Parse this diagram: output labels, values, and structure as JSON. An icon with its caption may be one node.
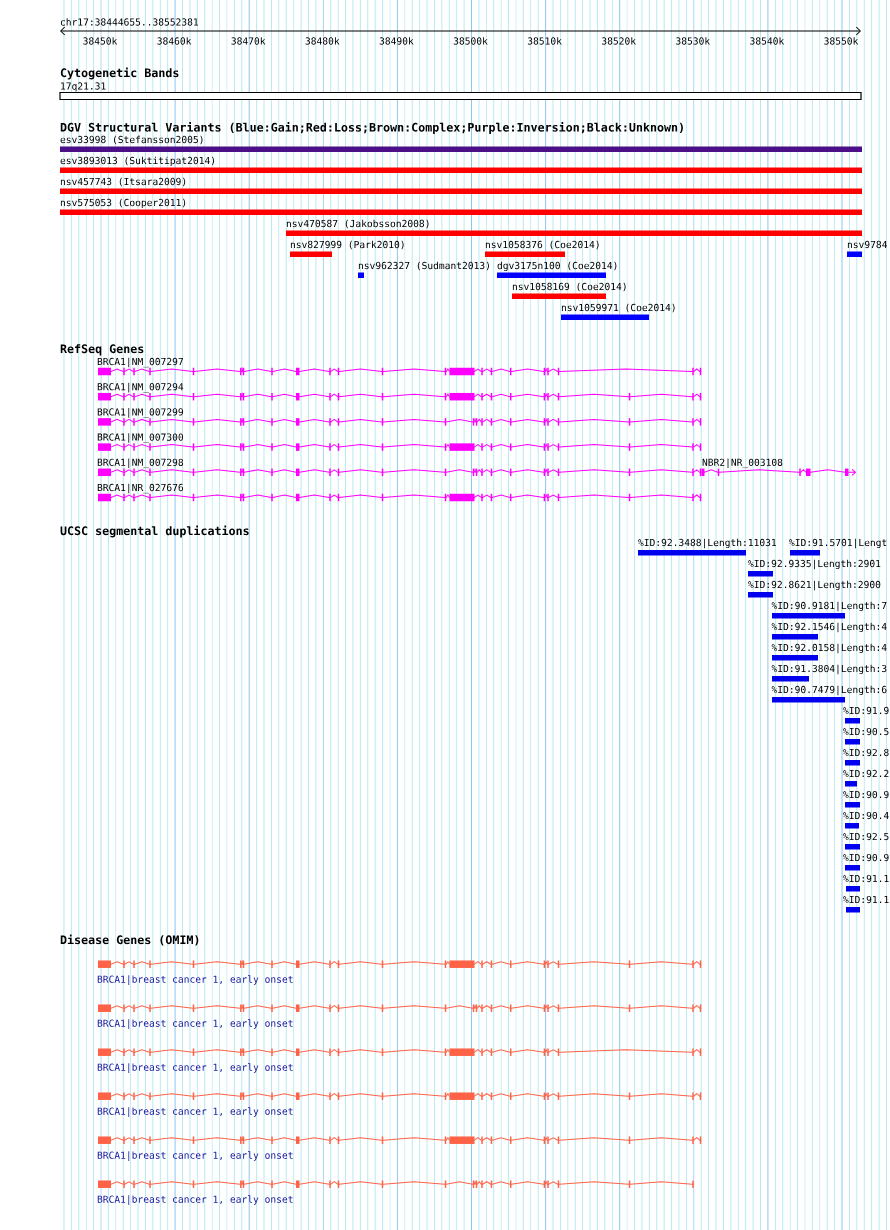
{
  "diagram": {
    "nodes": [
      {
        "text": [],
        "shape": "bar",
        "beside": [
          "17q21.31"
        ]
      },
      {
        "text": [],
        "shape": "bar",
        "beside": [
          "esv33998 (Stefansson2005)"
        ]
      },
      {
        "text": [],
        "shape": "bar",
        "beside": [
          "esv3893013 (Suktitipat2014)"
        ]
      },
      {
        "text": [],
        "shape": "bar",
        "beside": [
          "nsv457743 (Itsara2009)"
        ]
      },
      {
        "text": [],
        "shape": "bar",
        "beside": [
          "nsv575053 (Cooper2011)"
        ]
      },
      {
        "text": [],
        "shape": "bar",
        "beside": [
          "nsv470587 (Jakobsson2008)"
        ]
      },
      {
        "text": [],
        "shape": "bar",
        "beside": [
          "nsv827999 (Park2010)"
        ]
      },
      {
        "text": [],
        "shape": "bar",
        "beside": [
          "nsv1058376 (Coe2014)"
        ]
      },
      {
        "text": [],
        "shape": "bar",
        "beside": [
          "nsv9784"
        ]
      },
      {
        "text": [],
        "shape": "bar",
        "beside": [
          "nsv962327 (Sudmant2013)"
        ]
      },
      {
        "text": [],
        "shape": "bar",
        "beside": [
          "dgv3175n100 (Coe2014)"
        ]
      },
      {
        "text": [],
        "shape": "bar",
        "beside": [
          "nsv1058169 (Coe2014)"
        ]
      },
      {
        "text": [],
        "shape": "bar",
        "beside": [
          "nsv1059971 (Coe2014)"
        ]
      },
      {
        "text": [],
        "shape": "picture",
        "beside": [
          "BRCA1|NM_007297"
        ]
      },
      {
        "text": [],
        "shape": "picture",
        "beside": [
          "BRCA1|NM_007294"
        ]
      },
      {
        "text": [],
        "shape": "picture",
        "beside": [
          "BRCA1|NM_007299"
        ]
      },
      {
        "text": [],
        "shape": "picture",
        "beside": [
          "BRCA1|NM_007300"
        ]
      },
      {
        "text": [],
        "shape": "picture",
        "beside": [
          "BRCA1|NM_007298"
        ]
      },
      {
        "text": [],
        "shape": "picture",
        "beside": [
          "NBR2|NR_003108"
        ]
      },
      {
        "text": [],
        "shape": "picture",
        "beside": [
          "BRCA1|NR_027676"
        ]
      },
      {
        "text": [],
        "shape": "bar",
        "beside": [
          "%ID:92.3488|Length:11031"
        ]
      },
      {
        "text": [],
        "shape": "bar",
        "beside": [
          "%ID:91.5701|Lengt"
        ]
      },
      {
        "text": [],
        "shape": "bar",
        "beside": [
          "%ID:92.9335|Length:2901"
        ]
      },
      {
        "text": [],
        "shape": "bar",
        "beside": [
          "%ID:92.8621|Length:2900"
        ]
      },
      {
        "text": [],
        "shape": "bar",
        "beside": [
          "%ID:90.9181|Length:7"
        ]
      },
      {
        "text": [],
        "shape": "bar",
        "beside": [
          "%ID:92.1546|Length:4"
        ]
      },
      {
        "text": [],
        "shape": "bar",
        "beside": [
          "%ID:92.0158|Length:4"
        ]
      },
      {
        "text": [],
        "shape": "bar",
        "beside": [
          "%ID:91.3804|Length:3"
        ]
      },
      {
        "text": [],
        "shape": "bar",
        "beside": [
          "%ID:90.7479|Length:6"
        ]
      },
      {
        "text": [],
        "shape": "bar",
        "beside": [
          "%ID:91.9"
        ]
      },
      {
        "text": [],
        "shape": "bar",
        "beside": [
          "%ID:90.5"
        ]
      },
      {
        "text": [],
        "shape": "bar",
        "beside": [
          "%ID:92.8"
        ]
      },
      {
        "text": [],
        "shape": "bar",
        "beside": [
          "%ID:92.2"
        ]
      },
      {
        "text": [],
        "shape": "bar",
        "beside": [
          "%ID:90.9"
        ]
      },
      {
        "text": [],
        "shape": "bar",
        "beside": [
          "%ID:90.4"
        ]
      },
      {
        "text": [],
        "shape": "bar",
        "beside": [
          "%ID:92.5"
        ]
      },
      {
        "text": [],
        "shape": "bar",
        "beside": [
          "%ID:90.9"
        ]
      },
      {
        "text": [],
        "shape": "bar",
        "beside": [
          "%ID:91.1"
        ]
      },
      {
        "text": [],
        "shape": "bar",
        "beside": [
          "%ID:91.1"
        ]
      },
      {
        "text": [],
        "shape": "picture",
        "beside": [
          "BRCA1|breast cancer 1, early onset"
        ]
      },
      {
        "text": [],
        "shape": "picture",
        "beside": [
          "BRCA1|breast cancer 1, early onset"
        ]
      },
      {
        "text": [],
        "shape": "picture",
        "beside": [
          "BRCA1|breast cancer 1, early onset"
        ]
      },
      {
        "text": [],
        "shape": "picture",
        "beside": [
          "BRCA1|breast cancer 1, early onset"
        ]
      },
      {
        "text": [],
        "shape": "picture",
        "beside": [
          "BRCA1|breast cancer 1, early onset"
        ]
      },
      {
        "text": [],
        "shape": "picture",
        "beside": [
          "BRCA1|breast cancer 1, early onset"
        ]
      }
    ],
    "labels": [
      "chr17:38444655..38552381",
      "38450k",
      "38460k",
      "38470k",
      "38480k",
      "38490k",
      "38500k",
      "38510k",
      "38520k",
      "38530k",
      "38540k",
      "38550k",
      "Cytogenetic Bands",
      "DGV Structural Variants (Blue:Gain;Red:Loss;Brown:Complex;Purple:Inversion;Black:Unknown)",
      "RefSeq Genes",
      "UCSC segmental duplications",
      "Disease Genes (OMIM)"
    ]
  }
}
